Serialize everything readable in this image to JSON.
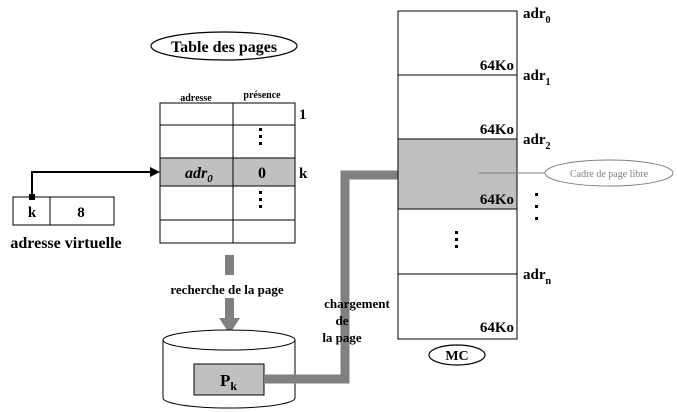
{
  "title": "Table des pages",
  "page_table": {
    "headers": [
      "adresse",
      "présence"
    ],
    "rows": [
      {
        "address": "",
        "presence": "",
        "label": "1"
      },
      {
        "address": "",
        "presence": "⋮",
        "label": ""
      },
      {
        "address_main": "adr",
        "address_sub": "0",
        "presence": "0",
        "label": "k",
        "highlighted": true
      },
      {
        "address": "",
        "presence": "⋮",
        "label": ""
      },
      {
        "address": "",
        "presence": "",
        "label": ""
      }
    ]
  },
  "virtual_address": {
    "page_field": "k",
    "offset_field": "8",
    "label": "adresse virtuelle"
  },
  "disk": {
    "page_main": "P",
    "page_sub": "k"
  },
  "labels": {
    "search": "recherche de la page",
    "load_line1": "chargement",
    "load_line2": "de",
    "load_line3": "la page",
    "free_frame": "Cadre de page libre",
    "memory": "MC"
  },
  "memory": {
    "frame_size": "64Ko",
    "addresses": [
      {
        "main": "adr",
        "sub": "0"
      },
      {
        "main": "adr",
        "sub": "1"
      },
      {
        "main": "adr",
        "sub": "2"
      },
      {
        "main": "adr",
        "sub": "n"
      }
    ]
  },
  "colors": {
    "highlight": "#c0c0c0",
    "arrow": "#808080",
    "free_frame_text": "#808080"
  }
}
